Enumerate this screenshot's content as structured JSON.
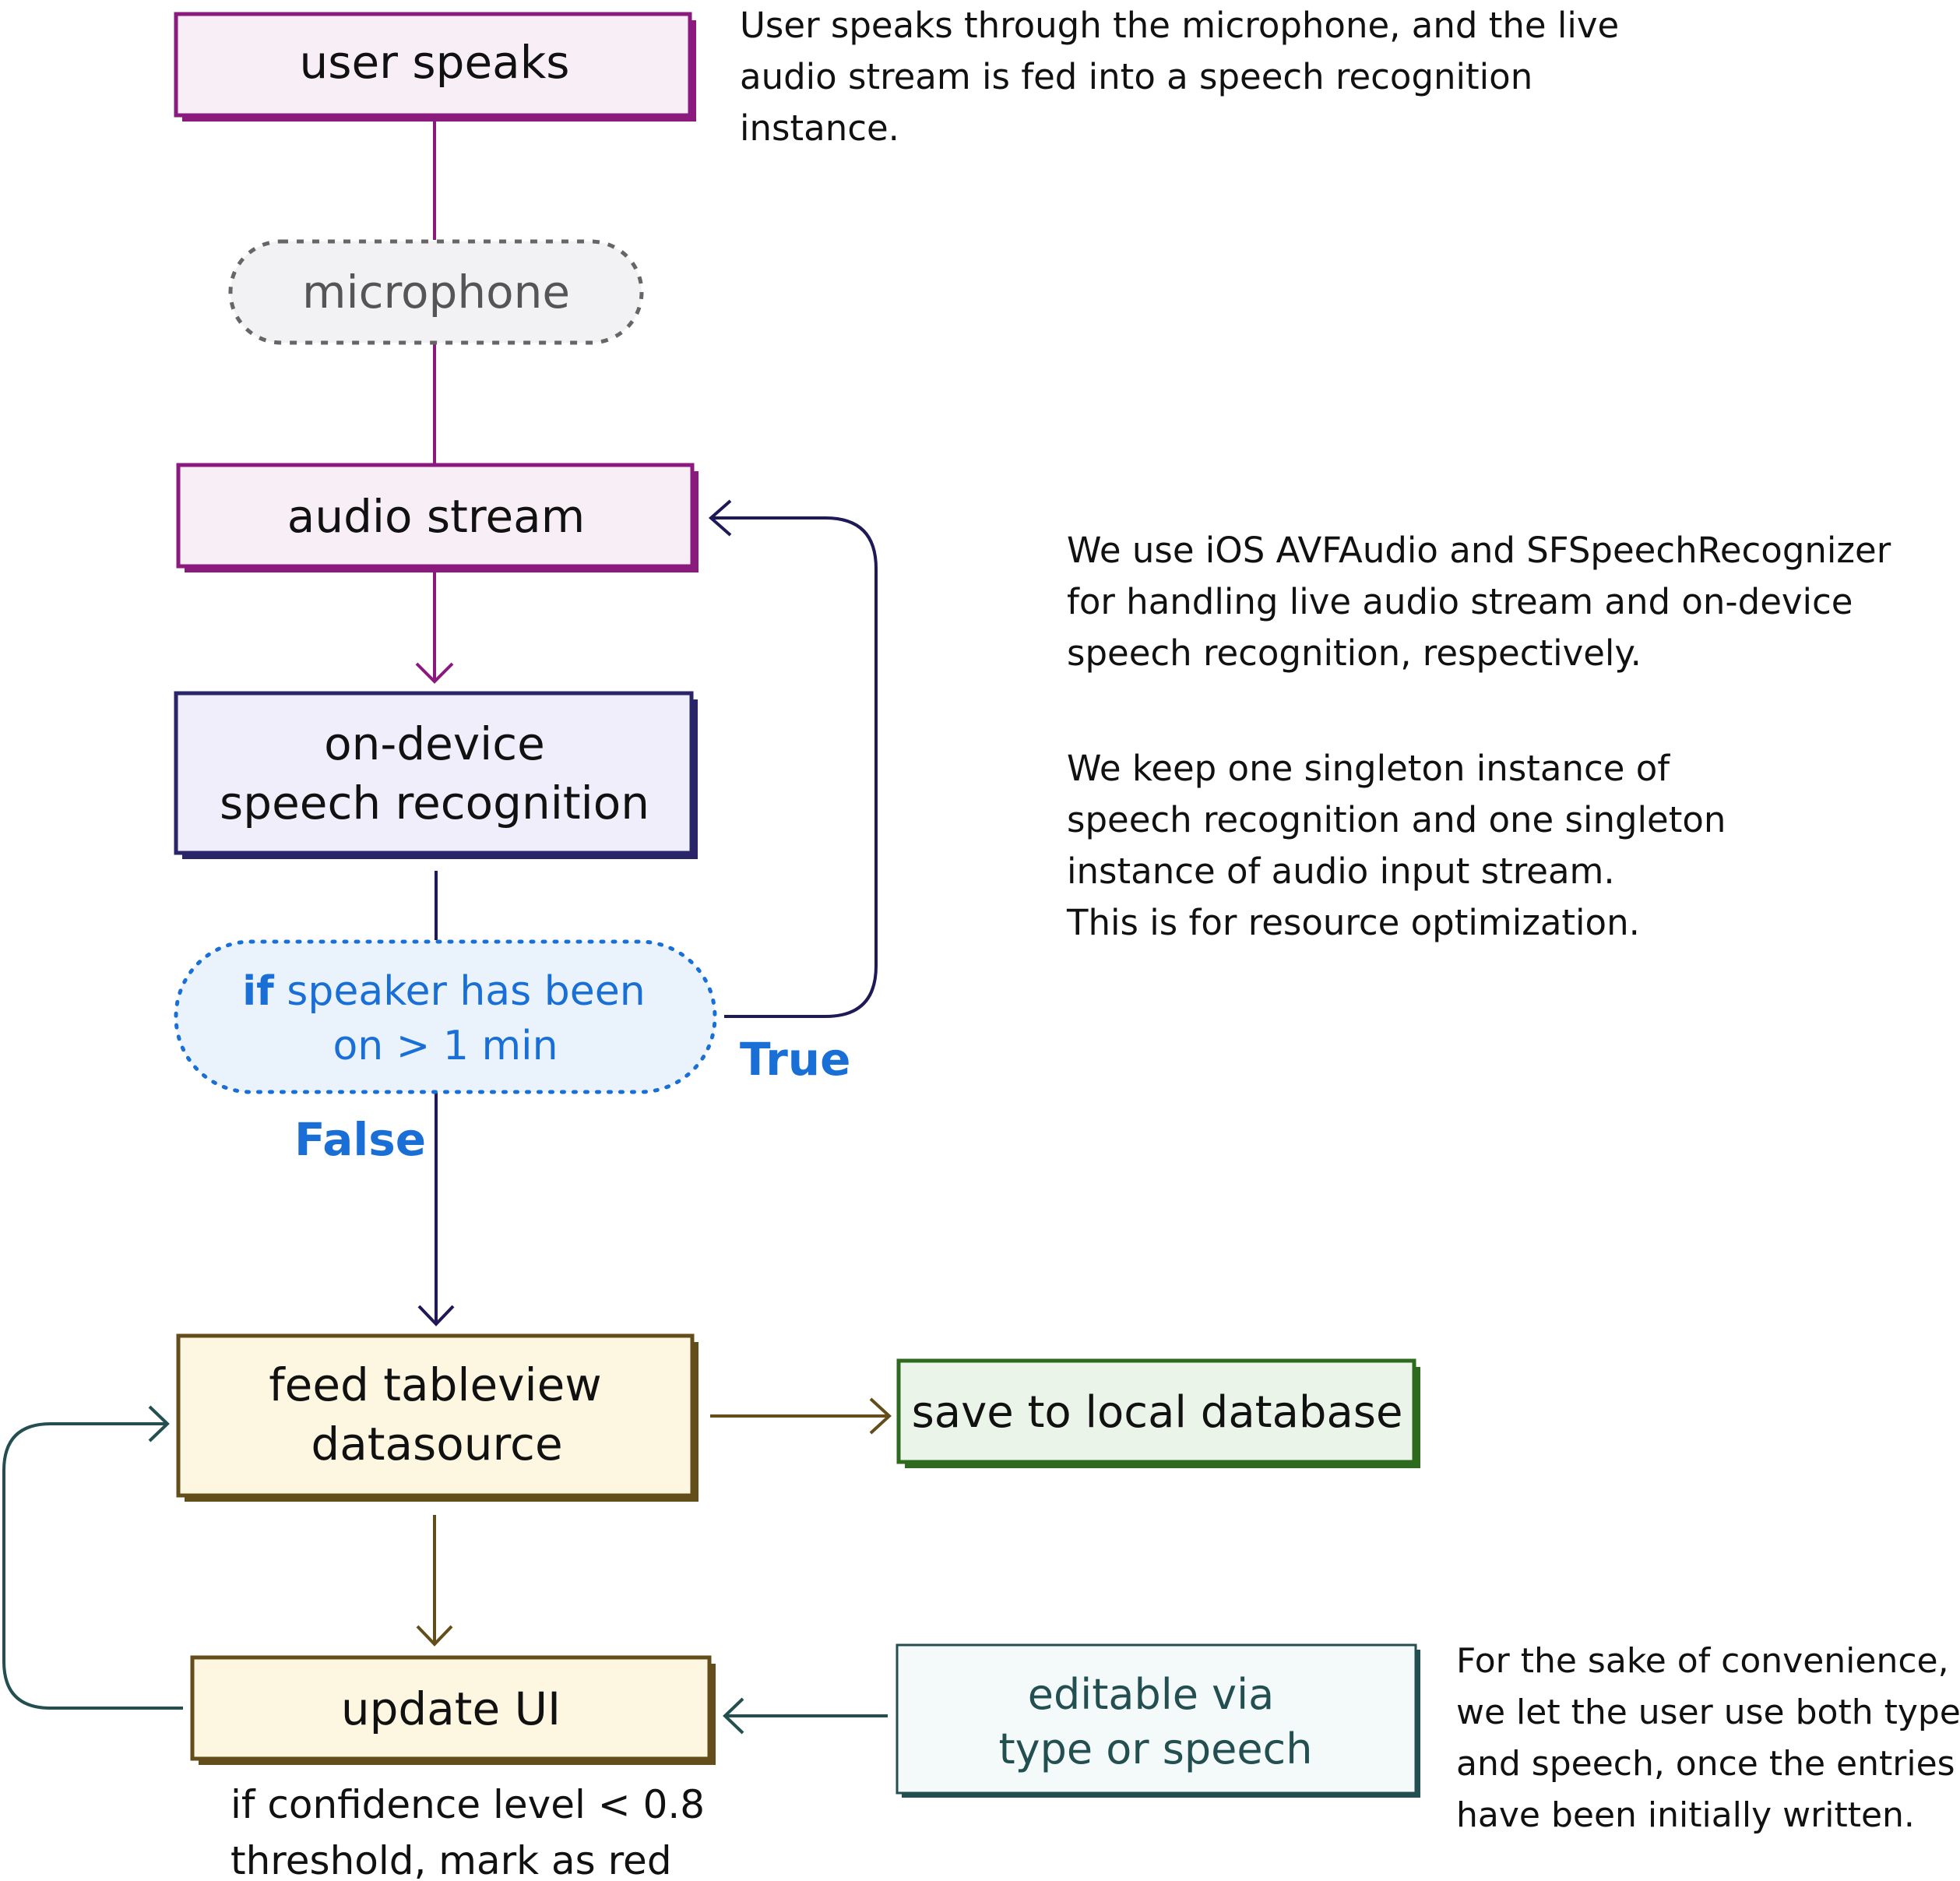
{
  "nodes": {
    "user_speaks": "user speaks",
    "microphone": "microphone",
    "audio_stream": "audio stream",
    "speech_recognition_line1": "on-device",
    "speech_recognition_line2": "speech recognition",
    "condition_keyword": "if",
    "condition_line1_rest": " speaker has been",
    "condition_line2": "on > 1 min",
    "feed_line1": "feed tableview",
    "feed_line2": "datasource",
    "save_db": "save to local database",
    "update_ui": "update UI",
    "editable_line1": "editable via",
    "editable_line2": "type or speech"
  },
  "edge_labels": {
    "true": "True",
    "false": "False"
  },
  "notes": {
    "user_speaks_note": [
      "User speaks through the microphone, and the live",
      "audio stream is fed into a speech recognition",
      "instance."
    ],
    "ios_note": [
      "We use iOS AVFAudio and SFSpeechRecognizer",
      "for handling live audio stream and on-device",
      "speech recognition, respectively."
    ],
    "singleton_note": [
      "We keep one singleton instance of",
      "speech recognition and one singleton",
      "instance of audio input stream.",
      "This is for resource optimization."
    ],
    "confidence_note": [
      "if confidence level < 0.8",
      "threshold, mark as red"
    ],
    "convenience_note": [
      "For the sake of convenience,",
      "we let the user use both type",
      "and speech, once the entries",
      "have been initially written."
    ]
  },
  "colors": {
    "purple": "#8b1a7e",
    "purple_fill": "#f8eff6",
    "navy": "#2a2568",
    "navy_fill": "#f0eefb",
    "blue": "#1a6fd6",
    "blue_fill": "#eaf3fc",
    "gray": "#666666",
    "gray_fill": "#f2f2f4",
    "olive": "#634e1b",
    "olive_fill": "#fdf7e1",
    "green": "#2e6a1d",
    "green_fill": "#ebf4e9",
    "teal": "#234f51",
    "teal_fill": "#f4f9f9"
  }
}
